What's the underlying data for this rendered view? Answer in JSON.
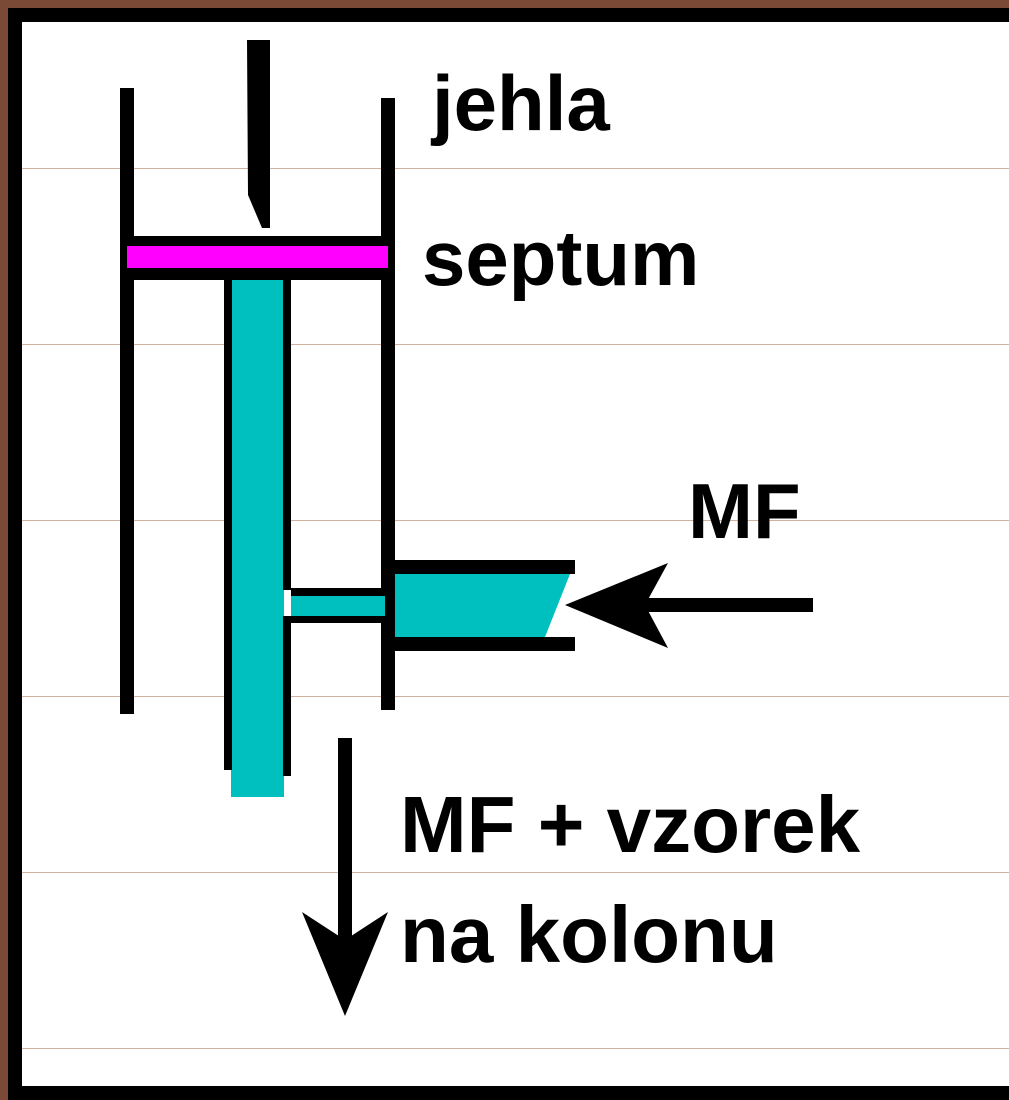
{
  "labels": {
    "needle": "jehla",
    "septum": "septum",
    "mobile_phase": "MF",
    "output_line1": "MF + vzorek",
    "output_line2": "na kolonu"
  },
  "colors": {
    "frame": "#000000",
    "background": "#ffffff",
    "outer_border": "#7a4a36",
    "septum": "#ff00ff",
    "flow": "#00bfbf"
  }
}
